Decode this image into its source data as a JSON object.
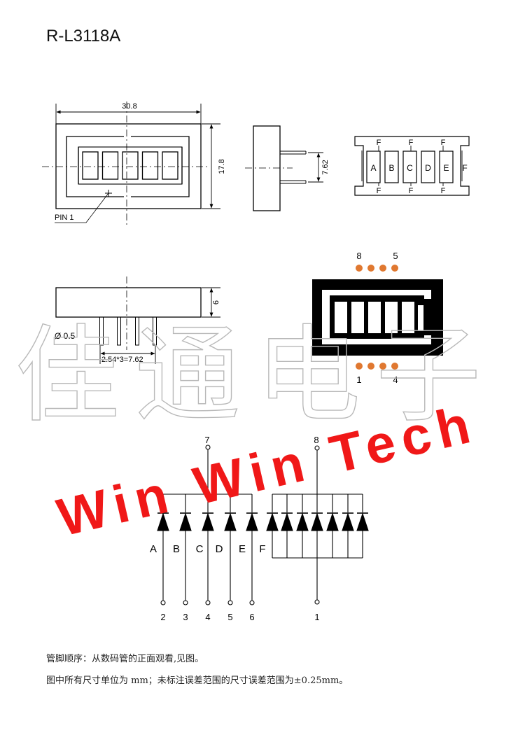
{
  "title": "R-L3118A",
  "dimensions": {
    "width": "30.8",
    "height": "17.8",
    "pin_row_spacing": "7.62",
    "body_depth": "6",
    "pin_diameter": "Ø 0.5",
    "pin_pitch": "2.54*3=7.62",
    "pin1_label": "PIN 1"
  },
  "back_view": {
    "segments": [
      "A",
      "B",
      "C",
      "D",
      "E"
    ],
    "frame_label": "F"
  },
  "pinout": {
    "top_left": "8",
    "top_right": "5",
    "bottom_left": "1",
    "bottom_right": "4",
    "dot_color": "#E07830"
  },
  "schematic": {
    "common_pins": [
      "7",
      "8"
    ],
    "segment_labels": [
      "A",
      "B",
      "C",
      "D",
      "E",
      "F"
    ],
    "cathode_pins": [
      "2",
      "3",
      "4",
      "5",
      "6",
      "1"
    ]
  },
  "watermark": {
    "chinese": "佳通电子",
    "english": "Win Win Tech",
    "color": "#F01818"
  },
  "notes": {
    "line1": "管脚顺序：从数码管的正面观看,见图。",
    "line2": "图中所有尺寸单位为 mm；未标注误差范围的尺寸误差范围为±0.25mm。"
  }
}
